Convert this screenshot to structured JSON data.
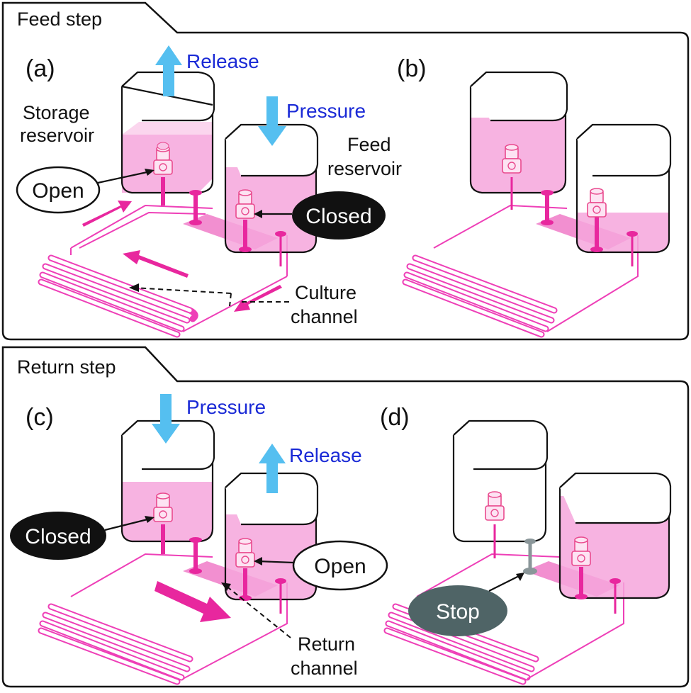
{
  "feed_step": {
    "title": "Feed step",
    "panel_a": {
      "label": "(a)",
      "release": "Release",
      "pressure": "Pressure",
      "storage_reservoir_line1": "Storage",
      "storage_reservoir_line2": "reservoir",
      "feed_reservoir_line1": "Feed",
      "feed_reservoir_line2": "reservoir",
      "open_bubble": "Open",
      "closed_bubble": "Closed",
      "culture_channel_line1": "Culture",
      "culture_channel_line2": "channel"
    },
    "panel_b": {
      "label": "(b)"
    }
  },
  "return_step": {
    "title": "Return step",
    "panel_c": {
      "label": "(c)",
      "pressure": "Pressure",
      "release": "Release",
      "closed_bubble": "Closed",
      "open_bubble": "Open",
      "return_channel_line1": "Return",
      "return_channel_line2": "channel"
    },
    "panel_d": {
      "label": "(d)",
      "stop_bubble": "Stop"
    }
  },
  "colors": {
    "liquid": "#f6a6dc",
    "channel": "#ee3fb7",
    "blue_arrow": "#55bff0",
    "blue_text": "#1a2ad6",
    "stop_bubble": "#4f6466"
  }
}
